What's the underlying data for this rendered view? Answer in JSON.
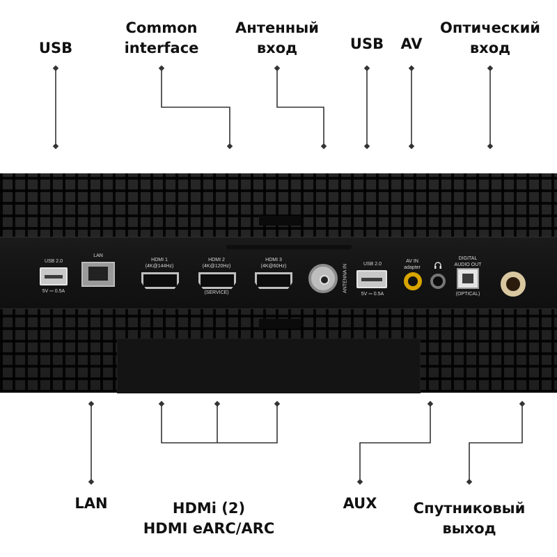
{
  "callouts_top": {
    "usb_left": [
      "USB"
    ],
    "common_interface": [
      "Common",
      "interface"
    ],
    "antenna": [
      "Антенный",
      "вход"
    ],
    "usb_right": [
      "USB"
    ],
    "av": [
      "AV"
    ],
    "optical": [
      "Оптический",
      "вход"
    ]
  },
  "callouts_bottom": {
    "lan": [
      "LAN"
    ],
    "hdmi": [
      "HDMi (2)",
      "HDMI eARC/ARC"
    ],
    "aux": [
      "AUX"
    ],
    "satellite": [
      "Спутниковый",
      "выход"
    ]
  },
  "panel_labels": {
    "usb_left": [
      "USB 2.0",
      "5V ⎓ 0.5A"
    ],
    "lan": [
      "LAN"
    ],
    "hdmi1": [
      "HDMI 1",
      "(4K@144Hz)"
    ],
    "hdmi2": [
      "HDMI 2",
      "(4K@120Hz)"
    ],
    "hdmi2_service": [
      "(SERVICE)"
    ],
    "hdmi3": [
      "HDMI 3",
      "(4K@60Hz)"
    ],
    "antenna": [
      "ANTENNA IN"
    ],
    "usb_right": [
      "USB 2.0",
      "5V ⎓ 0.5A"
    ],
    "av_in": [
      "AV IN",
      "adapter"
    ],
    "digital_audio": [
      "DIGITAL",
      "AUDIO OUT"
    ],
    "optical": [
      "(OPTICAL)"
    ]
  },
  "icons": {
    "headphone": "headphone-icon"
  },
  "colors": {
    "text": "#111111",
    "leader": "#333333",
    "panel": "#1a1a1a",
    "av_rca": "#d9a400"
  }
}
